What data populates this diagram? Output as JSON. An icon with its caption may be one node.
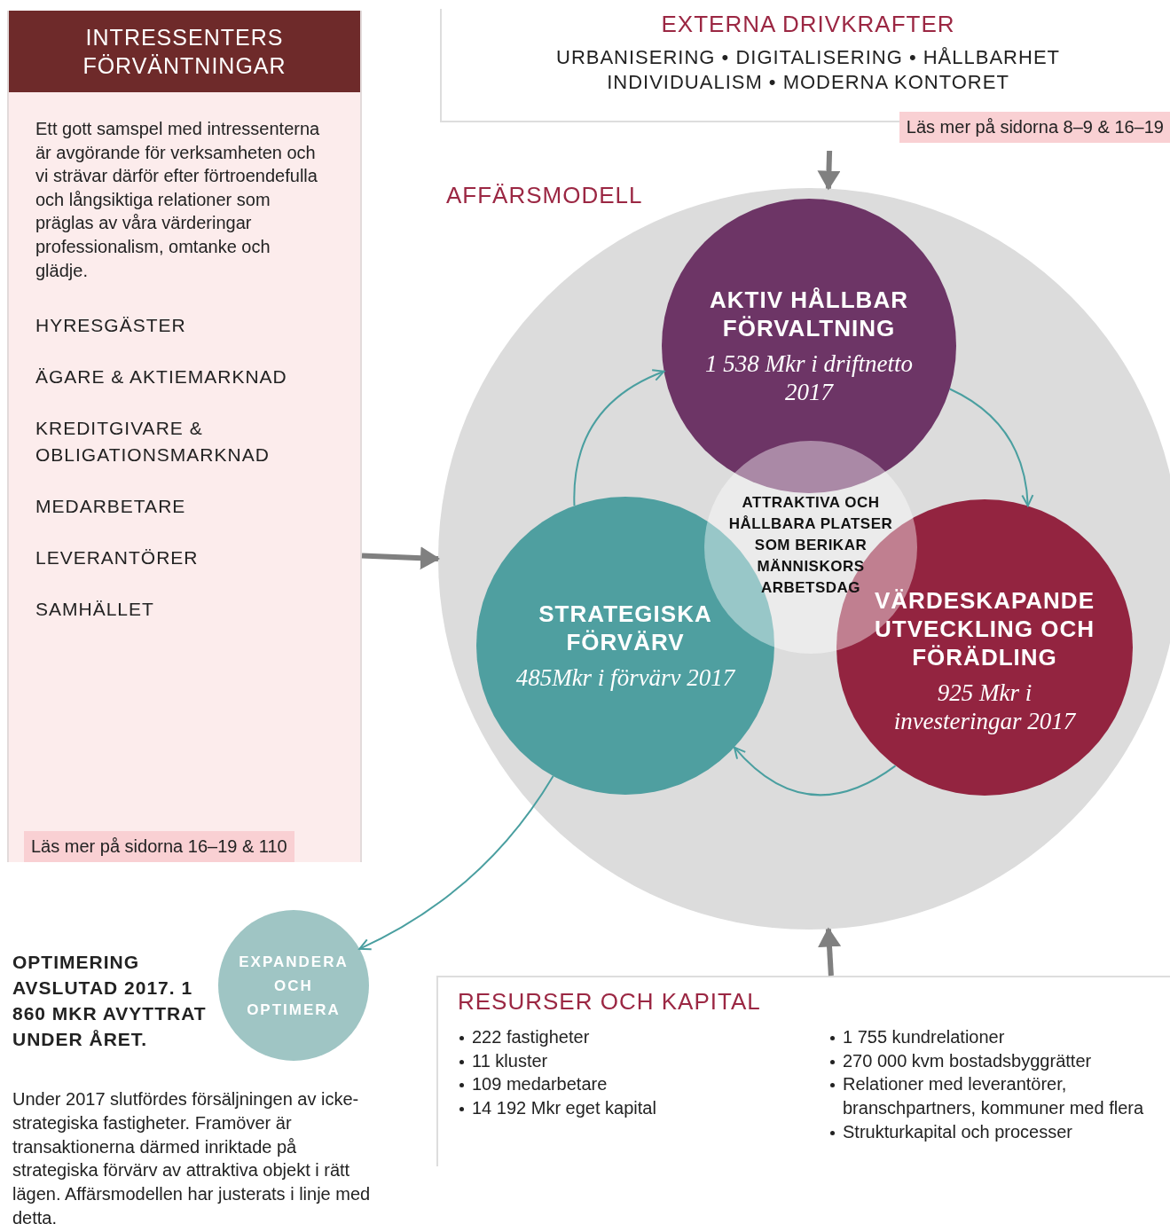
{
  "diagram": {
    "nodes": [
      {
        "text": [
          "INTRESSENTERS FÖRVÄNTNINGAR",
          "Ett gott samspel med intressenterna är avgörande för verksamheten och vi strävar därför efter förtroendefulla och långsiktiga relationer som präglas av våra värderingar professionalism, omtanke och glädje.",
          "HYRESGÄSTER",
          "ÄGARE & AKTIEMARKNAD",
          "KREDITGIVARE & OBLIGATIONSMARKNAD",
          "MEDARBETARE",
          "LEVERANTÖRER",
          "SAMHÄLLET",
          "Läs mer på sidorna 16–19 & 110"
        ]
      },
      {
        "text": [
          "EXTERNA DRIVKRAFTER",
          "URBANISERING • DIGITALISERING • HÅLLBARHET INDIVIDUALISM • MODERNA KONTORET",
          "Läs mer på sidorna 8–9 & 16–19"
        ]
      },
      {
        "text": [
          "AFFÄRSMODELL"
        ]
      },
      {
        "text": [
          "AKTIV HÅLLBAR FÖRVALTNING",
          "1 538 Mkr i driftnetto 2017"
        ],
        "in": 2
      },
      {
        "text": [
          "ATTRAKTIVA OCH HÅLLBARA PLATSER SOM BERIKAR MÄNNISKORS ARBETSDAG"
        ],
        "in": 2
      },
      {
        "text": [
          "STRATEGISKA FÖRVÄRV",
          "485Mkr i förvärv 2017"
        ],
        "in": 2
      },
      {
        "text": [
          "VÄRDESKAPANDE UTVECKLING OCH FÖRÄDLING",
          "925 Mkr i investeringar 2017"
        ],
        "in": 2
      },
      {
        "text": [
          "EXPANDERA OCH OPTIMERA"
        ],
        "beside": [
          "OPTIMERING AVSLUTAD 2017. 1 860 MKR AVYTTRAT UNDER ÅRET."
        ]
      },
      {
        "text": [
          "RESURSER OCH KAPITAL",
          "222 fastigheter",
          "11 kluster",
          "109 medarbetare",
          "14 192 Mkr eget kapital",
          "1 755 kundrelationer",
          "270 000 kvm bostadsbyggrätter",
          "Relationer med leverantörer, branschpartners, kommuner med flera",
          "Strukturkapital och processer"
        ]
      }
    ],
    "edges": [
      {
        "from": 0,
        "to": 2,
        "arrow": "to",
        "style": "thick",
        "color": "#808080"
      },
      {
        "from": 1,
        "to": 2,
        "arrow": "to",
        "style": "thick",
        "color": "#808080"
      },
      {
        "from": 8,
        "to": 2,
        "arrow": "to",
        "style": "thick",
        "color": "#808080"
      },
      {
        "from": 5,
        "to": 3,
        "arrow": "to"
      },
      {
        "from": 3,
        "to": 6,
        "arrow": "to"
      },
      {
        "from": 6,
        "to": 5,
        "arrow": "to"
      },
      {
        "from": 5,
        "to": 7,
        "arrow": "to"
      }
    ],
    "labels": [
      "Under 2017 slutfördes försäljningen av icke-strategiska fastigheter. Framöver är transaktionerna därmed inriktade på strategiska förvärv av attraktiva objekt i rätt lägen. Affärsmodellen har justerats i linje med detta."
    ]
  }
}
